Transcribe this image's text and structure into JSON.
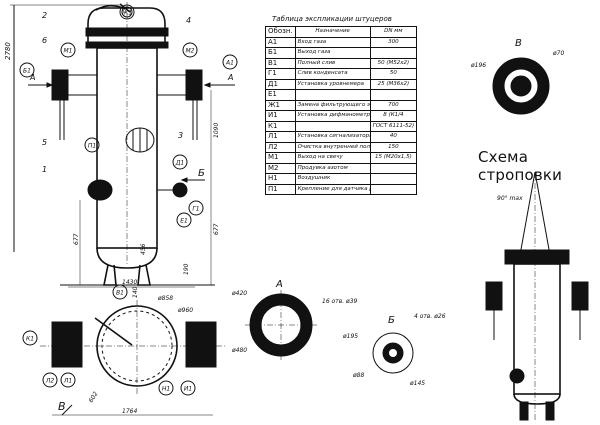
{
  "table": {
    "title": "Таблица экспликации штуцеров",
    "headers": [
      "Обозн.",
      "Назначение",
      "DN мм"
    ],
    "rows": [
      {
        "code": "А1",
        "name": "Вход газа",
        "dn": "300"
      },
      {
        "code": "Б1",
        "name": "Выход газа",
        "dn": ""
      },
      {
        "code": "В1",
        "name": "Полный слив",
        "dn": "50 (М52х2)"
      },
      {
        "code": "Г1",
        "name": "Слив конденсата",
        "dn": "50"
      },
      {
        "code": "Д1",
        "name": "Установка уровнемера",
        "dn": "25 (М36х2)"
      },
      {
        "code": "Е1",
        "name": "",
        "dn": ""
      },
      {
        "code": "Ж1",
        "name": "Замена фильтрующего элемента",
        "dn": "700"
      },
      {
        "code": "И1",
        "name": "Установка дифманометра",
        "dn": "8 (К1/4"
      },
      {
        "code": "К1",
        "name": "",
        "dn": "ГОСТ 6111-52)"
      },
      {
        "code": "Л1",
        "name": "Установка сигнализатора уровня",
        "dn": "40"
      },
      {
        "code": "Л2",
        "name": "Очистка внутренней полости",
        "dn": "150"
      },
      {
        "code": "М1",
        "name": "Выход на свечу",
        "dn": "15 (М20х1,5)"
      },
      {
        "code": "М2",
        "name": "Продувка азотом",
        "dn": ""
      },
      {
        "code": "Н1",
        "name": "Воздушник",
        "dn": ""
      },
      {
        "code": "П1",
        "name": "Крепление для датчика разности давления \"Метран\"",
        "dn": ""
      }
    ]
  },
  "views": {
    "main": {
      "height_dim": "2780",
      "dims": [
        "1090",
        "677",
        "677",
        "456",
        "190",
        "140"
      ],
      "arrow_left": "А",
      "arrow_right": "А",
      "arrow_b": "Б",
      "leaders": [
        "2",
        "4",
        "6",
        "5",
        "1",
        "3"
      ],
      "bubbles": [
        "Б1",
        "М1",
        "Ж1",
        "М2",
        "А1",
        "П1",
        "Д1",
        "Г1",
        "Е1",
        "В1"
      ]
    },
    "plan": {
      "dims": [
        "1430",
        "ø858",
        "ø960",
        "1764",
        "602"
      ],
      "arrow_label": "В",
      "bubbles": [
        "К1",
        "Л2",
        "Л1",
        "Н1",
        "И1"
      ]
    },
    "view_a": {
      "title": "А",
      "dims": [
        "ø420",
        "ø480",
        "16 отв. ø39"
      ]
    },
    "view_b": {
      "title": "Б",
      "dims": [
        "4 отв. ø26",
        "ø195",
        "ø88",
        "ø145"
      ]
    },
    "view_v": {
      "title": "В",
      "dims": [
        "ø196",
        "ø70"
      ]
    },
    "sling": {
      "title": "Схема строповки",
      "angle": "90° max"
    }
  }
}
